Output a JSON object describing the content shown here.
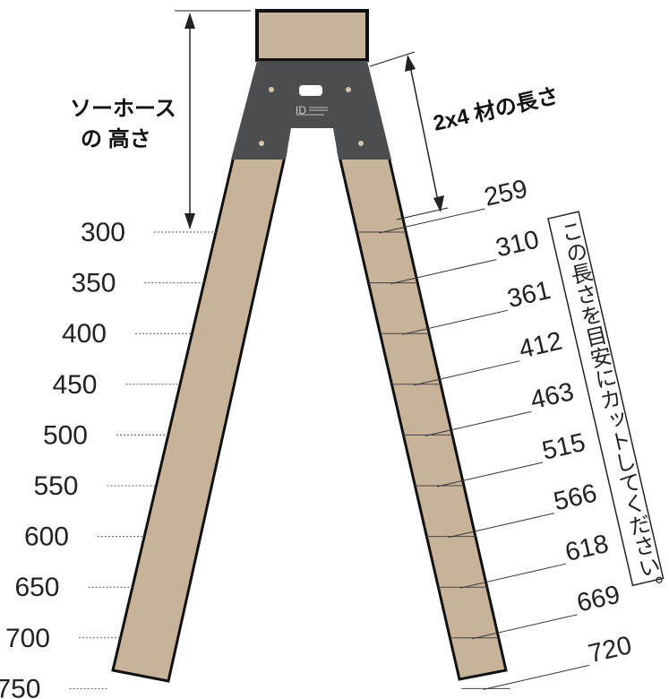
{
  "labels": {
    "sawhorse_height_line1": "ソーホース",
    "sawhorse_height_line2": "の 高さ",
    "lumber_length": "2x4 材の長さ"
  },
  "bracket": {
    "logo_text": "ID"
  },
  "note": {
    "text": "この長さを目安にカットしてください。"
  },
  "heights": [
    "300",
    "350",
    "400",
    "450",
    "500",
    "550",
    "600",
    "650",
    "700",
    "750"
  ],
  "cut_lengths": [
    "259",
    "310",
    "361",
    "412",
    "463",
    "515",
    "566",
    "618",
    "669",
    "720"
  ],
  "colors": {
    "wood": "#c7b29a",
    "wood_outline": "#111111",
    "bracket": "#4c4d4f",
    "leader": "#444444"
  }
}
